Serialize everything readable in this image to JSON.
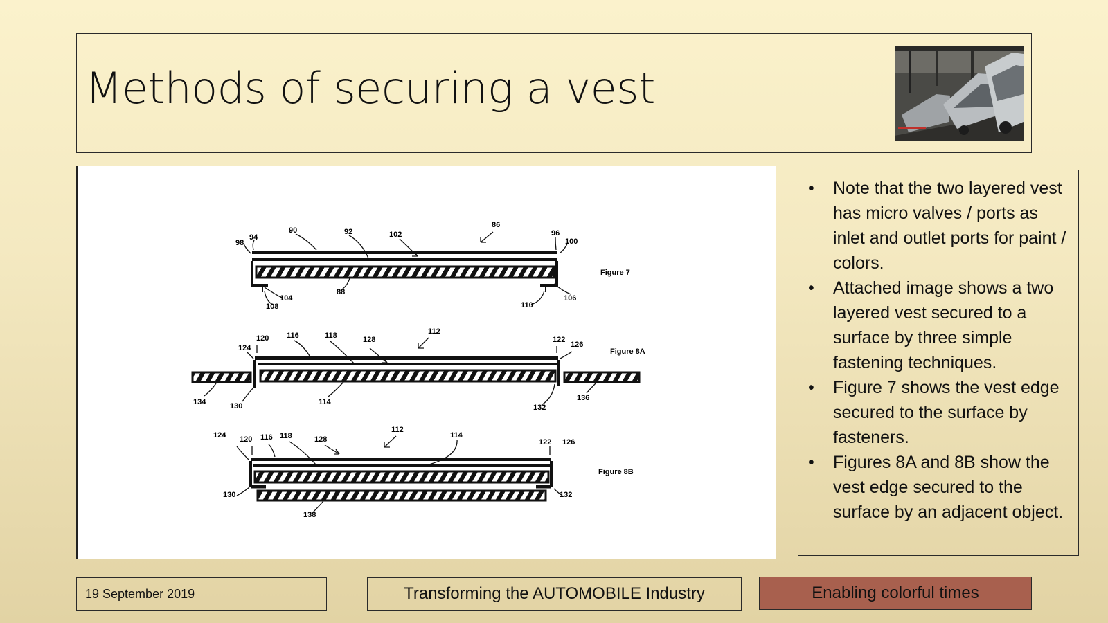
{
  "slide": {
    "title": "Methods of securing a vest",
    "header_image": "car-assembly-line-photo",
    "bullets": [
      "Note that the two layered vest has micro valves / ports as inlet and outlet ports for paint / colors.",
      "Attached image shows a two layered vest secured to a surface by three simple fastening techniques.",
      "Figure 7 shows the vest edge secured to the surface by fasteners.",
      "Figures 8A and 8B show the vest edge secured to the surface by an adjacent object."
    ],
    "bullet_glyph": "•"
  },
  "figures": {
    "fig7": {
      "caption": "Figure 7",
      "labels": {
        "l86": "86",
        "l90": "90",
        "l92": "92",
        "l94": "94",
        "l96": "96",
        "l98": "98",
        "l100": "100",
        "l102": "102",
        "l104": "104",
        "l106": "106",
        "l108": "108",
        "l110": "110",
        "l88": "88"
      }
    },
    "fig8a": {
      "caption": "Figure 8A",
      "labels": {
        "l112": "112",
        "l116": "116",
        "l118": "118",
        "l120": "120",
        "l122": "122",
        "l124": "124",
        "l126": "126",
        "l128": "128",
        "l130": "130",
        "l132": "132",
        "l134": "134",
        "l136": "136",
        "l114": "114"
      }
    },
    "fig8b": {
      "caption": "Figure 8B",
      "labels": {
        "l112": "112",
        "l114": "114",
        "l116": "116",
        "l118": "118",
        "l120": "120",
        "l122": "122",
        "l124": "124",
        "l126": "126",
        "l128": "128",
        "l130": "130",
        "l132": "132",
        "l138": "138"
      }
    }
  },
  "footer": {
    "date": "19 September 2019",
    "tagline": "Transforming the AUTOMOBILE Industry",
    "badge": "Enabling colorful times"
  },
  "colors": {
    "badge_bg": "#a8604e",
    "background_top": "#fbf2cc",
    "background_bottom": "#e2d3a4"
  }
}
